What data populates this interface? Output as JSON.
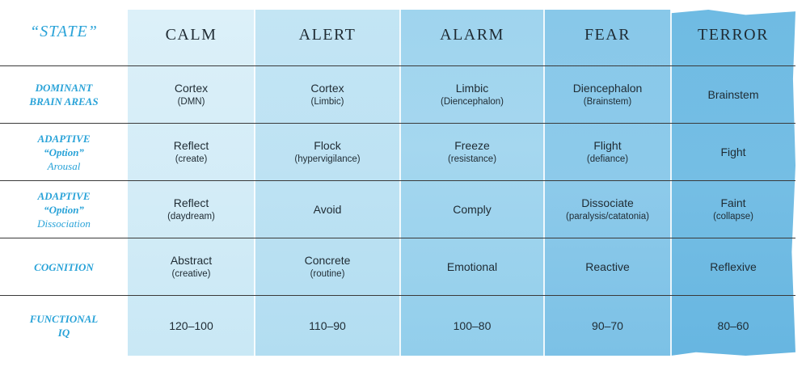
{
  "state_label": "“STATE”",
  "columns": [
    "CALM",
    "ALERT",
    "ALARM",
    "FEAR",
    "TERROR"
  ],
  "rows": [
    {
      "label_lines": [
        "DOMINANT",
        "BRAIN AREAS"
      ],
      "cells": [
        {
          "main": "Cortex",
          "sub": "(DMN)"
        },
        {
          "main": "Cortex",
          "sub": "(Limbic)"
        },
        {
          "main": "Limbic",
          "sub": "(Diencephalon)"
        },
        {
          "main": "Diencephalon",
          "sub": "(Brainstem)"
        },
        {
          "main": "Brainstem",
          "sub": ""
        }
      ]
    },
    {
      "label_lines": [
        "ADAPTIVE",
        "“Option”",
        "Arousal"
      ],
      "cells": [
        {
          "main": "Reflect",
          "sub": "(create)"
        },
        {
          "main": "Flock",
          "sub": "(hypervigilance)"
        },
        {
          "main": "Freeze",
          "sub": "(resistance)"
        },
        {
          "main": "Flight",
          "sub": "(defiance)"
        },
        {
          "main": "Fight",
          "sub": ""
        }
      ]
    },
    {
      "label_lines": [
        "ADAPTIVE",
        "“Option”",
        "Dissociation"
      ],
      "cells": [
        {
          "main": "Reflect",
          "sub": "(daydream)"
        },
        {
          "main": "Avoid",
          "sub": ""
        },
        {
          "main": "Comply",
          "sub": ""
        },
        {
          "main": "Dissociate",
          "sub": "(paralysis/catatonia)"
        },
        {
          "main": "Faint",
          "sub": "(collapse)"
        }
      ]
    },
    {
      "label_lines": [
        "COGNITION"
      ],
      "cells": [
        {
          "main": "Abstract",
          "sub": "(creative)"
        },
        {
          "main": "Concrete",
          "sub": "(routine)"
        },
        {
          "main": "Emotional",
          "sub": ""
        },
        {
          "main": "Reactive",
          "sub": ""
        },
        {
          "main": "Reflexive",
          "sub": ""
        }
      ]
    },
    {
      "label_lines": [
        "FUNCTIONAL",
        "IQ"
      ],
      "cells": [
        {
          "main": "120–100",
          "sub": ""
        },
        {
          "main": "110–90",
          "sub": ""
        },
        {
          "main": "100–80",
          "sub": ""
        },
        {
          "main": "90–70",
          "sub": ""
        },
        {
          "main": "80–60",
          "sub": ""
        }
      ]
    }
  ],
  "colors": {
    "label_blue": "#2aa3d8",
    "text_dark": "#1f2b33",
    "wash_calm": "#d3ecf7",
    "wash_alert": "#bde2f3",
    "wash_alarm": "#a5d7ef",
    "wash_fear": "#8dcaea",
    "wash_terror": "#75bee4"
  }
}
